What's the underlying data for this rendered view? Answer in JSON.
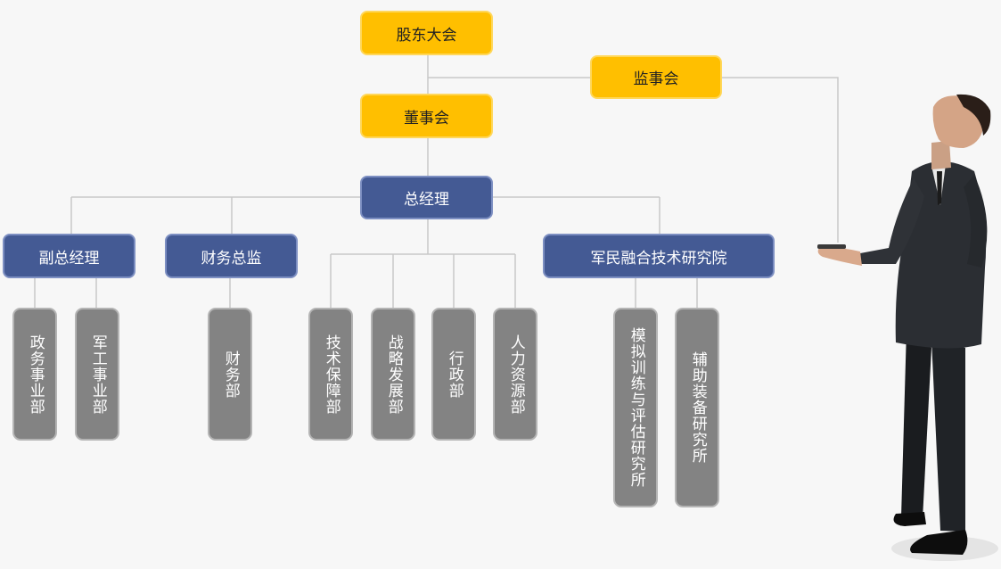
{
  "top": {
    "shareholders": "股东大会",
    "supervisors": "监事会",
    "board": "董事会",
    "gm": "总经理"
  },
  "level2": {
    "deputy_gm": "副总经理",
    "cfo": "财务总监",
    "institute": "军民融合技术研究院"
  },
  "depts": {
    "political": "政务事业部",
    "military": "军工事业部",
    "finance": "财务部",
    "tech": "技术保障部",
    "strategy": "战略发展部",
    "admin": "行政部",
    "hr": "人力资源部",
    "simulation": "模拟训练与评估研究所",
    "equipment": "辅助装备研究所"
  },
  "colors": {
    "gold": "#ffbf00",
    "blue": "#445a94",
    "gray": "#838383",
    "line": "#c8c8c8"
  }
}
